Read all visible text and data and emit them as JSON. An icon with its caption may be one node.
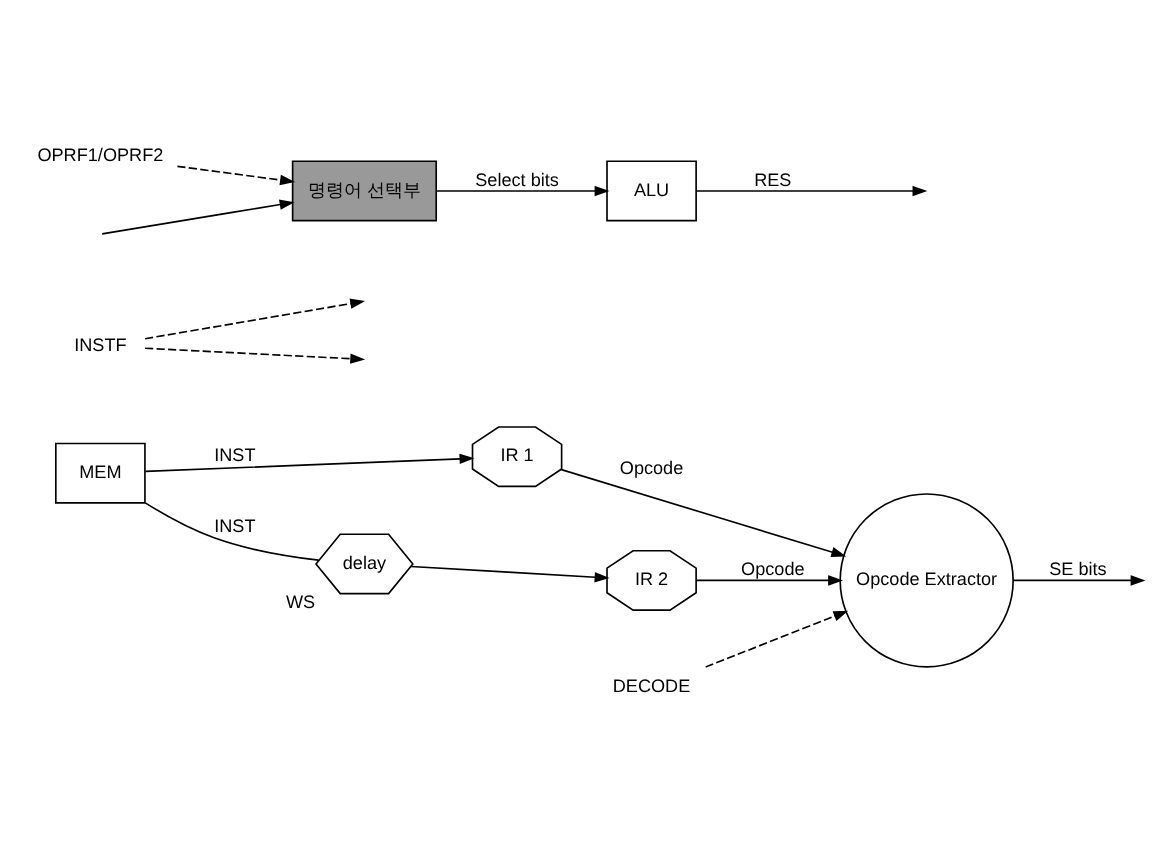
{
  "diagram": {
    "nodes": [
      {
        "text": [
          "MEM"
        ]
      },
      {
        "text": [
          "IR 1"
        ]
      },
      {
        "text": [
          "delay"
        ],
        "beside": [
          "WS"
        ]
      },
      {
        "text": [
          "IR 2"
        ]
      },
      {
        "text": [
          "Opcode Extractor"
        ]
      },
      {
        "text": [
          "INSTF"
        ]
      },
      {
        "text": [
          "DECODE"
        ]
      },
      {
        "text": [
          "명령어 선택부"
        ]
      },
      {
        "text": [
          "ALU"
        ]
      },
      {
        "text": [
          "OPRF1/OPRF2"
        ]
      }
    ],
    "edges": [
      {
        "from": 0,
        "to": 1,
        "arrow": "to",
        "label": "INST"
      },
      {
        "from": 0,
        "to": 2,
        "arrow": "none",
        "label": "INST"
      },
      {
        "from": 2,
        "to": 3,
        "arrow": "to"
      },
      {
        "from": 1,
        "to": 4,
        "arrow": "to",
        "label": "Opcode"
      },
      {
        "from": 3,
        "to": 4,
        "arrow": "to",
        "label": "Opcode"
      },
      {
        "from": 4,
        "to": null,
        "arrow": "to",
        "label": "SE bits"
      },
      {
        "from": 5,
        "to": null,
        "arrow": "to",
        "style": "dashed"
      },
      {
        "from": 5,
        "to": null,
        "arrow": "to",
        "style": "dashed"
      },
      {
        "from": 6,
        "to": 4,
        "arrow": "to",
        "style": "dashed"
      },
      {
        "from": null,
        "to": 7,
        "arrow": "to"
      },
      {
        "from": 9,
        "to": 7,
        "arrow": "to",
        "style": "dashed"
      },
      {
        "from": 7,
        "to": 8,
        "arrow": "to",
        "label": "Select bits"
      },
      {
        "from": 8,
        "to": null,
        "arrow": "to",
        "label": "RES"
      }
    ]
  }
}
